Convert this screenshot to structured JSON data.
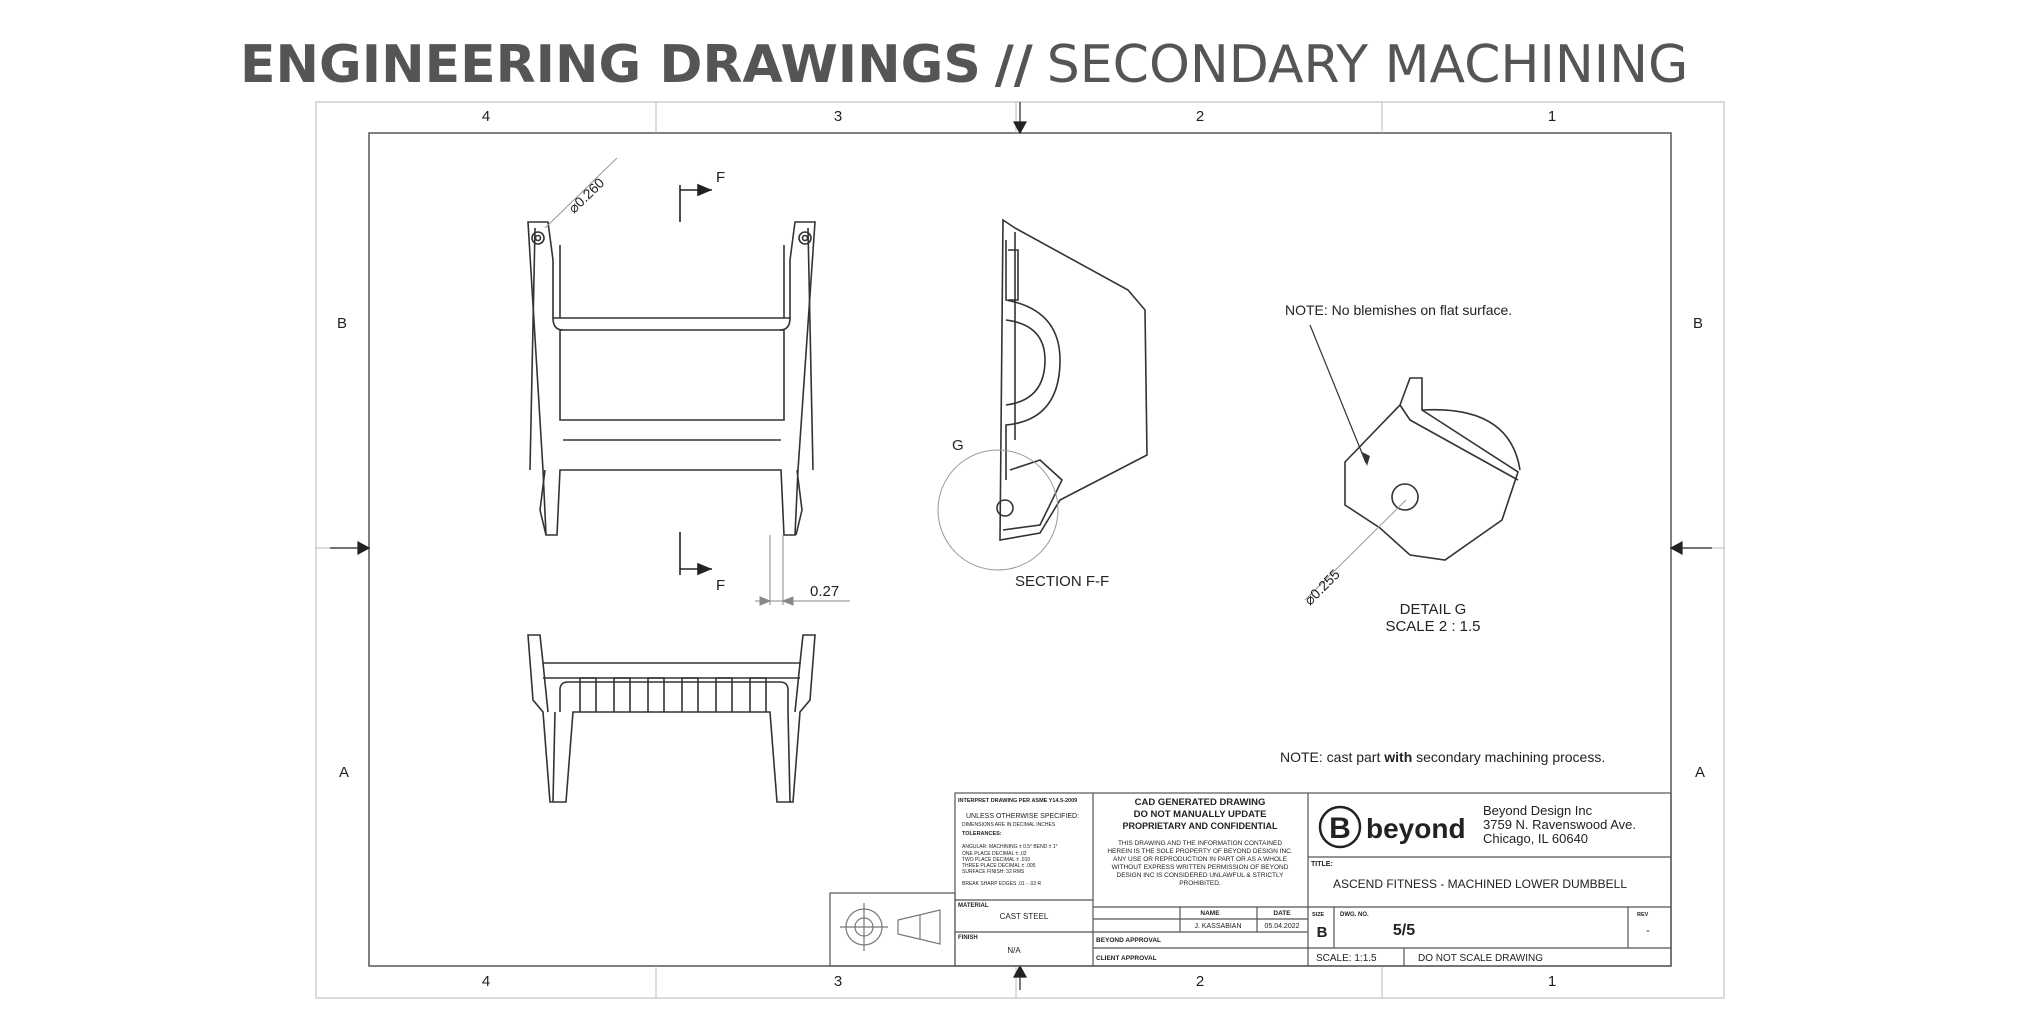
{
  "header": {
    "title_main": "ENGINEERING DRAWINGS",
    "separator": "//",
    "title_sub": "SECONDARY MACHINING"
  },
  "frame": {
    "top_zones": [
      "4",
      "3",
      "2",
      "1"
    ],
    "bottom_zones": [
      "4",
      "3",
      "2",
      "1"
    ],
    "left_zones": [
      "B",
      "A"
    ],
    "right_zones": [
      "B",
      "A"
    ]
  },
  "views": {
    "dia_top": "⌀0.260",
    "section_letter_top": "F",
    "section_letter_bottom": "F",
    "dim_027": "0.27",
    "section_label": "SECTION F-F",
    "detail_letter": "G",
    "note_blemish": "NOTE: No blemishes on flat surface.",
    "dia_detail": "⌀0.255",
    "detail_label": "DETAIL G",
    "detail_scale": "SCALE 2 : 1.5",
    "note_cast_prefix": "NOTE: cast part ",
    "note_cast_bold": "with",
    "note_cast_suffix": " secondary machining process."
  },
  "title_block": {
    "interpret": "INTERPRET DRAWING PER ASME Y14.5-2009",
    "unless": "UNLESS OTHERWISE SPECIFIED:",
    "dims_inches": "DIMENSIONS ARE IN DECIMAL INCHES",
    "tolerances": "TOLERANCES:",
    "tol_angular": "ANGULAR: MACHINING ± 0.5° BEND ± 1°",
    "tol_one_place": "ONE PLACE DECIMAL ± .02",
    "tol_two_place": "TWO PLACE DECIMAL ± .010",
    "tol_three_place": "THREE PLACE DECIMAL ± .005",
    "surface_finish": "SURFACE FINISH: 32 RMS",
    "break_edges": "BREAK SHARP EDGES .01 - .02 R",
    "material_label": "MATERIAL",
    "material_value": "CAST STEEL",
    "finish_label": "FINISH",
    "finish_value": "N/A",
    "cad_line1": "CAD GENERATED DRAWING",
    "cad_line2": "DO NOT MANUALLY UPDATE",
    "proprietary": "PROPRIETARY AND CONFIDENTIAL",
    "prop_text_1": "THIS DRAWING AND THE INFORMATION CONTAINED",
    "prop_text_2": "HEREIN IS THE SOLE PROPERTY OF BEYOND DESIGN INC.",
    "prop_text_3": "ANY USE OR REPRODUCTION IN PART OR AS A WHOLE",
    "prop_text_4": "WITHOUT EXPRESS WRITTEN PERMISSION OF BEYOND",
    "prop_text_5": "DESIGN INC IS CONSIDERED UNLAWFUL & STRICTLY",
    "prop_text_6": "PROHIBITED.",
    "name_header": "NAME",
    "date_header": "DATE",
    "drawn_name": "J. KASSABIAN",
    "drawn_date": "05.04.2022",
    "beyond_approval": "BEYOND APPROVAL",
    "client_approval": "CLIENT APPROVAL",
    "logo_letter": "B",
    "logo_word": "beyond",
    "company_name": "Beyond Design Inc",
    "company_address1": "3759 N. Ravenswood Ave.",
    "company_address2": "Chicago, IL 60640",
    "title_label": "TITLE:",
    "title_value": "ASCEND FITNESS - MACHINED LOWER DUMBBELL",
    "size_label": "SIZE",
    "size_value": "B",
    "dwg_label": "DWG. NO.",
    "dwg_value": "5/5",
    "rev_label": "REV",
    "rev_value": "-",
    "scale": "SCALE: 1:1.5",
    "do_not_scale": "DO NOT SCALE DRAWING"
  }
}
